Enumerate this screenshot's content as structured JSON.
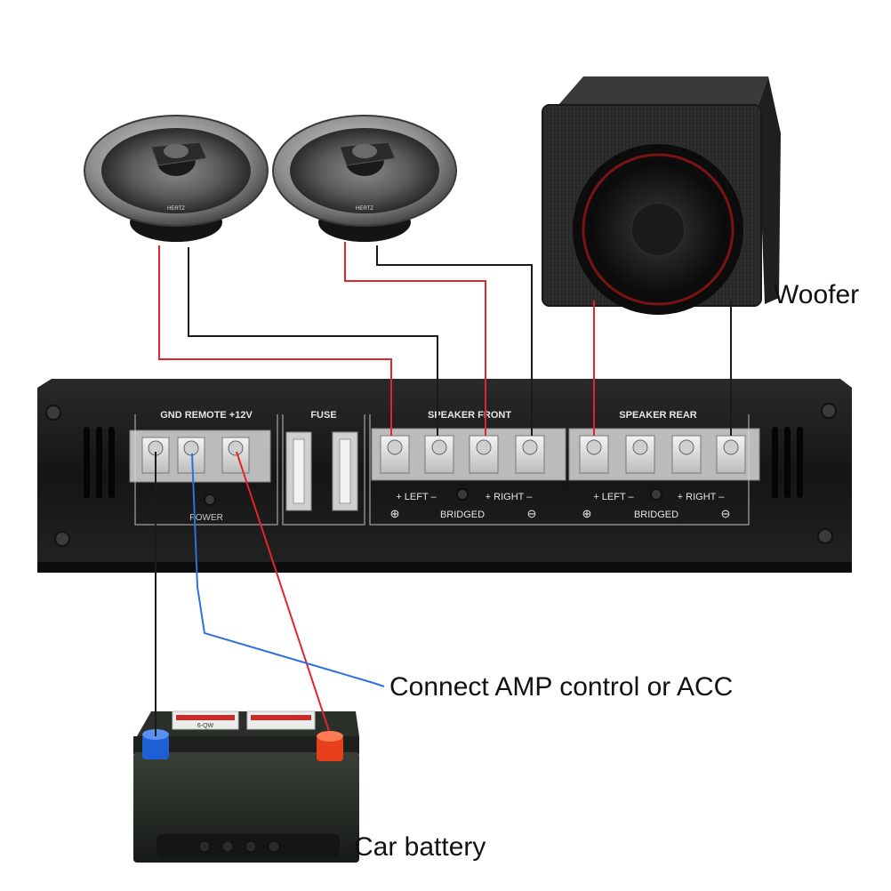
{
  "annotations": {
    "woofer": "Woofer",
    "acc": "Connect AMP control or ACC",
    "battery": "Car battery"
  },
  "amplifier": {
    "power_header": "GND REMOTE +12V",
    "power_footer": "POWER",
    "fuse_header": "FUSE",
    "front_header": "SPEAKER FRONT",
    "rear_header": "SPEAKER REAR",
    "left_label": "+ LEFT –",
    "right_label": "+ RIGHT –",
    "bridged_label": "BRIDGED",
    "plus_symbol": "⊕",
    "minus_symbol": "⊖"
  },
  "speaker_brand": "HERTZ",
  "battery_sticker": "6-QW",
  "colors": {
    "positive_wire": "#e0262a",
    "negative_wire": "#1a1a1a",
    "remote_wire": "#2f6fe0",
    "amp_body": "#1b1b1b",
    "battery_pos_cap": "#e8401c",
    "battery_neg_cap": "#1e5fd6"
  }
}
